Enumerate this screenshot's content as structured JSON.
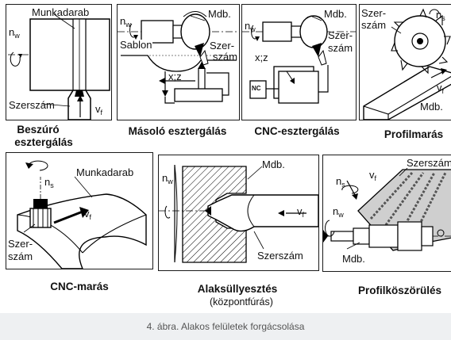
{
  "panels": {
    "p1": {
      "workpiece": "Munkadarab",
      "tool": "Szerszám",
      "nw": "n",
      "nw_sub": "w",
      "vf": "v",
      "vf_sub": "f",
      "caption1": "Beszúró",
      "caption2": "esztergálás"
    },
    "p2": {
      "mdb": "Mdb.",
      "template": "Sablon",
      "tool1": "Szer-",
      "tool2": "szám",
      "nw": "n",
      "nw_sub": "w",
      "xz": "x;z",
      "caption": "Másoló esztergálás"
    },
    "p3": {
      "mdb": "Mdb.",
      "tool1": "Szer-",
      "tool2": "szám",
      "nw": "n",
      "nw_sub": "w",
      "xz": "x;z",
      "nc": "NC",
      "caption": "CNC-esztergálás"
    },
    "p4": {
      "tool1": "Szer-",
      "tool2": "szám",
      "ns": "n",
      "ns_sub": "s",
      "vf": "v",
      "vf_sub": "f",
      "mdb": "Mdb.",
      "caption": "Profilmarás"
    },
    "p5": {
      "workpiece": "Munkadarab",
      "ns": "n",
      "ns_sub": "s",
      "vf": "v",
      "vf_sub": "f",
      "tool1": "Szer-",
      "tool2": "szám",
      "caption": "CNC-marás"
    },
    "p6": {
      "mdb": "Mdb.",
      "nw": "n",
      "nw_sub": "w",
      "vf": "v",
      "vf_sub": "f",
      "tool": "Szerszám",
      "caption1": "Alaksüllyesztés",
      "caption2": "(központfúrás)"
    },
    "p7": {
      "tool": "Szerszám",
      "ns": "n",
      "ns_sub": "s",
      "vf": "v",
      "vf_sub": "f",
      "nw": "n",
      "nw_sub": "w",
      "mdb": "Mdb.",
      "caption": "Profilköszörülés"
    }
  },
  "footer_caption": "4. ábra. Alakos felületek forgácsolása"
}
